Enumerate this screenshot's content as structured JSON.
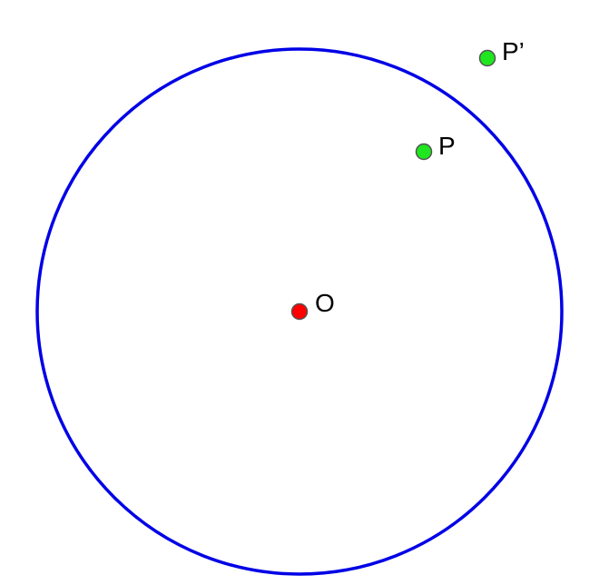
{
  "diagram": {
    "circle": {
      "stroke_color": "#0000e6"
    },
    "points": {
      "center": {
        "label": "O",
        "color": "#ff0000"
      },
      "p": {
        "label": "P",
        "color": "#1fe61f"
      },
      "p_prime": {
        "label": "P’",
        "color": "#1fe61f"
      }
    }
  }
}
